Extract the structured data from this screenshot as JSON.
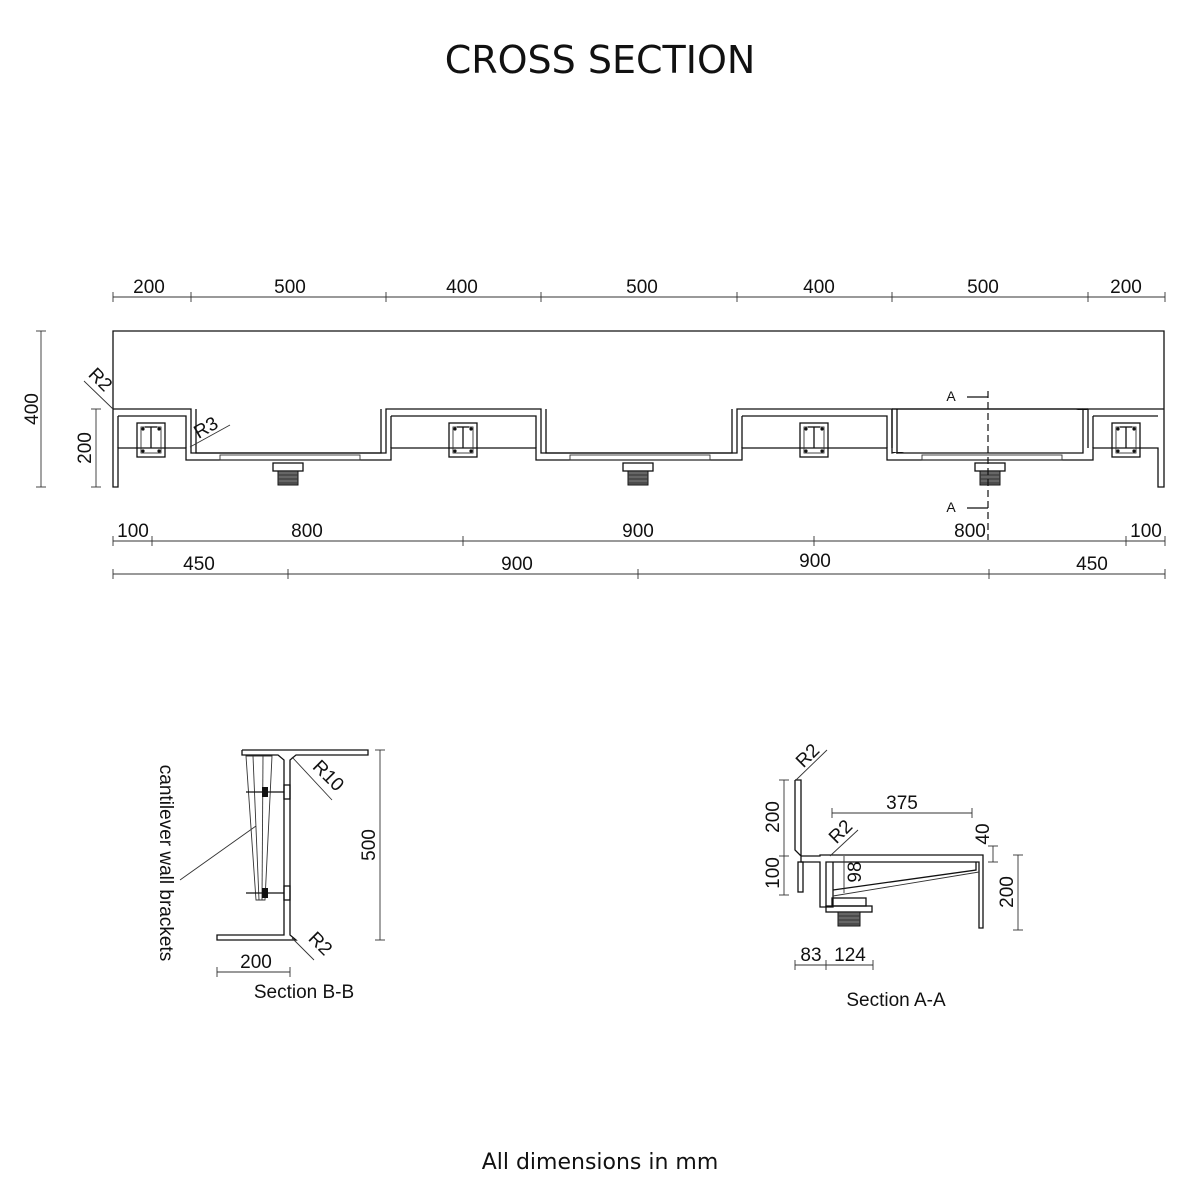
{
  "title": "CROSS SECTION",
  "footer": "All dimensions in mm",
  "top_dims": [
    "200",
    "500",
    "400",
    "500",
    "400",
    "500",
    "200"
  ],
  "bottom_dims_row1": [
    "100",
    "800",
    "900",
    "800",
    "100"
  ],
  "bottom_dims_row2": [
    "450",
    "900",
    "900",
    "450"
  ],
  "left_dims": {
    "overall": "400",
    "front": "200"
  },
  "radii": {
    "top_corner": "R2",
    "basin_corner": "R3"
  },
  "section_marker": "A",
  "section_bb": {
    "label": "Section B-B",
    "bracket_note": "cantilever wall brackets",
    "height": "500",
    "depth": "200",
    "r_top": "R10",
    "r_bottom": "R2"
  },
  "section_aa": {
    "label": "Section A-A",
    "r_top": "R2",
    "r_inner": "R2",
    "d_375": "375",
    "d_200_left": "200",
    "d_100": "100",
    "d_98": "98",
    "d_40": "40",
    "d_200_right": "200",
    "d_83": "83",
    "d_124": "124"
  }
}
